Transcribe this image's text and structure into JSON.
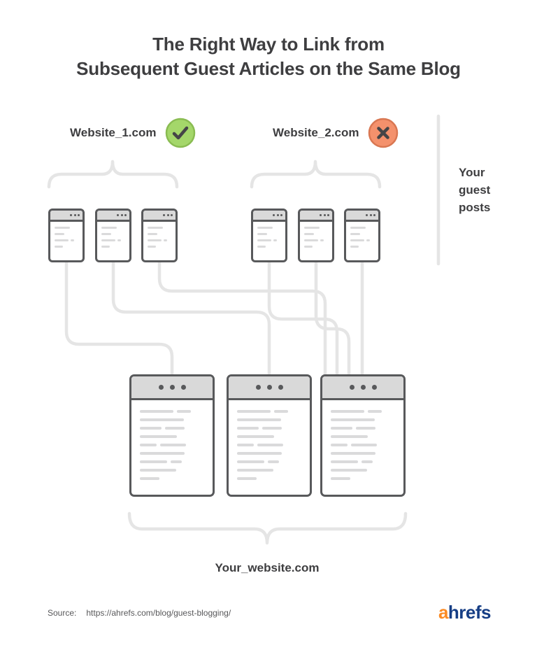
{
  "title": {
    "line1": "The Right Way to Link from",
    "line2": "Subsequent Guest Articles on the Same Blog"
  },
  "groups": [
    {
      "label": "Website_1.com",
      "verdict": "correct",
      "badge_icon": "check",
      "guest_post_windows": 3
    },
    {
      "label": "Website_2.com",
      "verdict": "wrong",
      "badge_icon": "cross",
      "guest_post_windows": 3
    }
  ],
  "your_site": {
    "page_windows": 3
  },
  "annotations": {
    "guest_posts_note": "Your guest posts",
    "website_label": "Your_website.com"
  },
  "source": {
    "label": "Source:",
    "url": "https://ahrefs.com/blog/guest-blogging/"
  },
  "logo": {
    "prefix": "a",
    "suffix": "hrefs"
  },
  "colors": {
    "title_text": "#3e3e40",
    "window_border": "#58595b",
    "window_header": "#d9d9d9",
    "text_line": "#dadadb",
    "line_gray": "#e5e5e5",
    "check_green": "#a4d76a",
    "check_ring": "#8abc52",
    "cross_orange": "#f4916c",
    "cross_ring": "#d97752",
    "mark_dark": "#454547",
    "source_text": "#58585a",
    "logo_orange": "#fb8b24",
    "logo_navy": "#163e85"
  }
}
